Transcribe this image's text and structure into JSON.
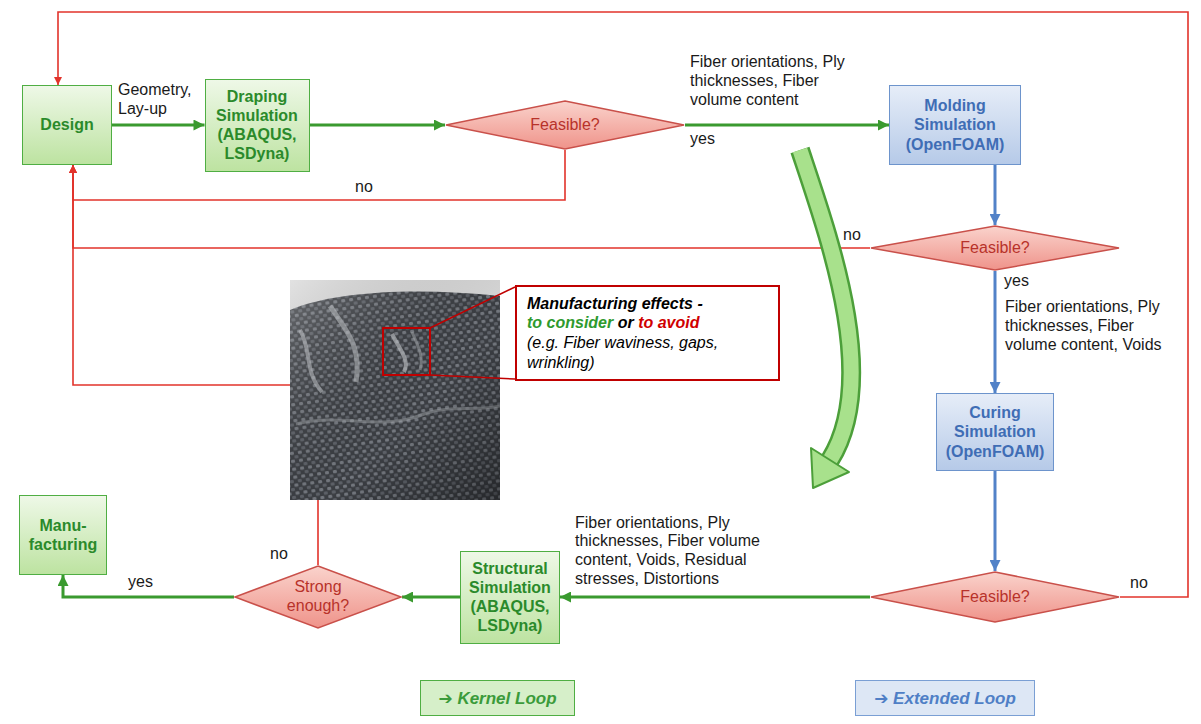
{
  "diagram": {
    "nodes": [
      {
        "text": [
          "Design"
        ]
      },
      {
        "text": [
          "Draping Simulation (ABAQUS, LSDyna)"
        ]
      },
      {
        "text": [
          "Feasible?"
        ]
      },
      {
        "text": [
          "Molding Simulation (OpenFOAM)"
        ]
      },
      {
        "text": [
          "Feasible?"
        ]
      },
      {
        "text": [
          "Curing Simulation (OpenFOAM)"
        ]
      },
      {
        "text": [
          "Manufacturing effects -",
          "to consider",
          "or",
          "to avoid",
          "(e.g. Fiber waviness, gaps, wrinkling)"
        ]
      },
      {
        "text": [
          "Manu- facturing"
        ]
      },
      {
        "text": [
          "Strong enough?"
        ]
      },
      {
        "text": [
          "Structural Simulation (ABAQUS, LSDyna)"
        ]
      },
      {
        "text": [
          "Feasible?"
        ]
      }
    ],
    "edges": [
      {
        "from": 0,
        "to": 1,
        "arrow": "to",
        "label": "Geometry, Lay-up"
      },
      {
        "from": 1,
        "to": 2,
        "arrow": "to"
      },
      {
        "from": 2,
        "to": 3,
        "arrow": "to",
        "label": "Fiber orientations, Ply thicknesses, Fiber volume content"
      },
      {
        "from": 2,
        "to": 0,
        "arrow": "to",
        "label": "no"
      },
      {
        "from": 3,
        "to": 4,
        "arrow": "to"
      },
      {
        "from": 4,
        "to": 0,
        "arrow": "to",
        "label": "no"
      },
      {
        "from": 4,
        "to": 5,
        "arrow": "to",
        "label": "Fiber orientations, Ply thicknesses, Fiber volume content, Voids"
      },
      {
        "from": 5,
        "to": 10,
        "arrow": "to"
      },
      {
        "from": 10,
        "to": 0,
        "arrow": "to",
        "label": "no"
      },
      {
        "from": 10,
        "to": 9,
        "arrow": "to",
        "label": "Fiber orientations, Ply thicknesses, Fiber volume content, Voids, Residual stresses, Distortions"
      },
      {
        "from": 9,
        "to": 8,
        "arrow": "to"
      },
      {
        "from": 8,
        "to": 7,
        "arrow": "to",
        "label": "yes"
      },
      {
        "from": 8,
        "to": 0,
        "arrow": "to",
        "label": "no"
      }
    ],
    "labels": [
      "yes",
      "yes"
    ],
    "legend": [
      {
        "text": "➔ Kernel Loop",
        "color": "#d6efc9"
      },
      {
        "text": "➔ Extended Loop",
        "color": "#dde7f5"
      }
    ]
  }
}
